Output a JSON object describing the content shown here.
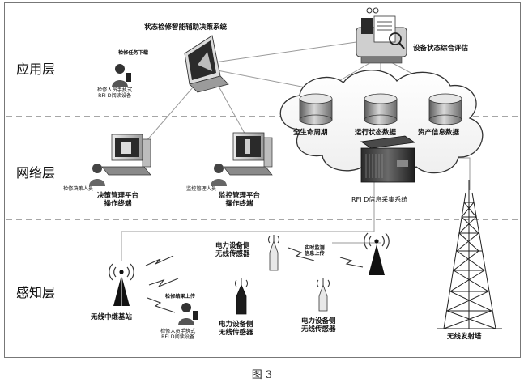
{
  "layers": {
    "application": "应用层",
    "network": "网络层",
    "perception": "感知层"
  },
  "app_layer": {
    "system_title": "状态检修智能辅助决策系统",
    "task_download": "检修任务下载",
    "worker_terminal": [
      "检修人员手执式",
      "RFI D阅读设备"
    ],
    "evaluation": "设备状态综合评估"
  },
  "network_layer": {
    "databases": [
      "全生命周期",
      "运行状态数据",
      "资产信息数据"
    ],
    "decision_terminal": {
      "operator": "检修决策人员",
      "label": [
        "决策管理平台",
        "操作终端"
      ]
    },
    "monitor_terminal": {
      "operator": "监控管理人员",
      "label": [
        "监控管理平台",
        "操作终端"
      ]
    },
    "rfid_system": "RFI D信息采集系统"
  },
  "perception_layer": {
    "relay_station": "无线中继基站",
    "sensor_top": [
      "电力设备侧",
      "无线传感器"
    ],
    "sensor_mid": [
      "电力设备侧",
      "无线传感器"
    ],
    "sensor_right": [
      "电力设备侧",
      "无线传感器"
    ],
    "realtime_upload": [
      "实时监测",
      "信息上传"
    ],
    "result_upload": "检修结果上传",
    "worker_terminal": [
      "检修人员手执式",
      "RFI D阅读设备"
    ],
    "tower": "无线发射塔"
  },
  "caption": "图 3",
  "icons": [
    "laptop-icon",
    "person-icon",
    "database-icon",
    "computer-icon",
    "server-icon",
    "report-icon",
    "antenna-icon",
    "sensor-icon",
    "lightning-icon",
    "tower-icon",
    "cloud-icon"
  ]
}
